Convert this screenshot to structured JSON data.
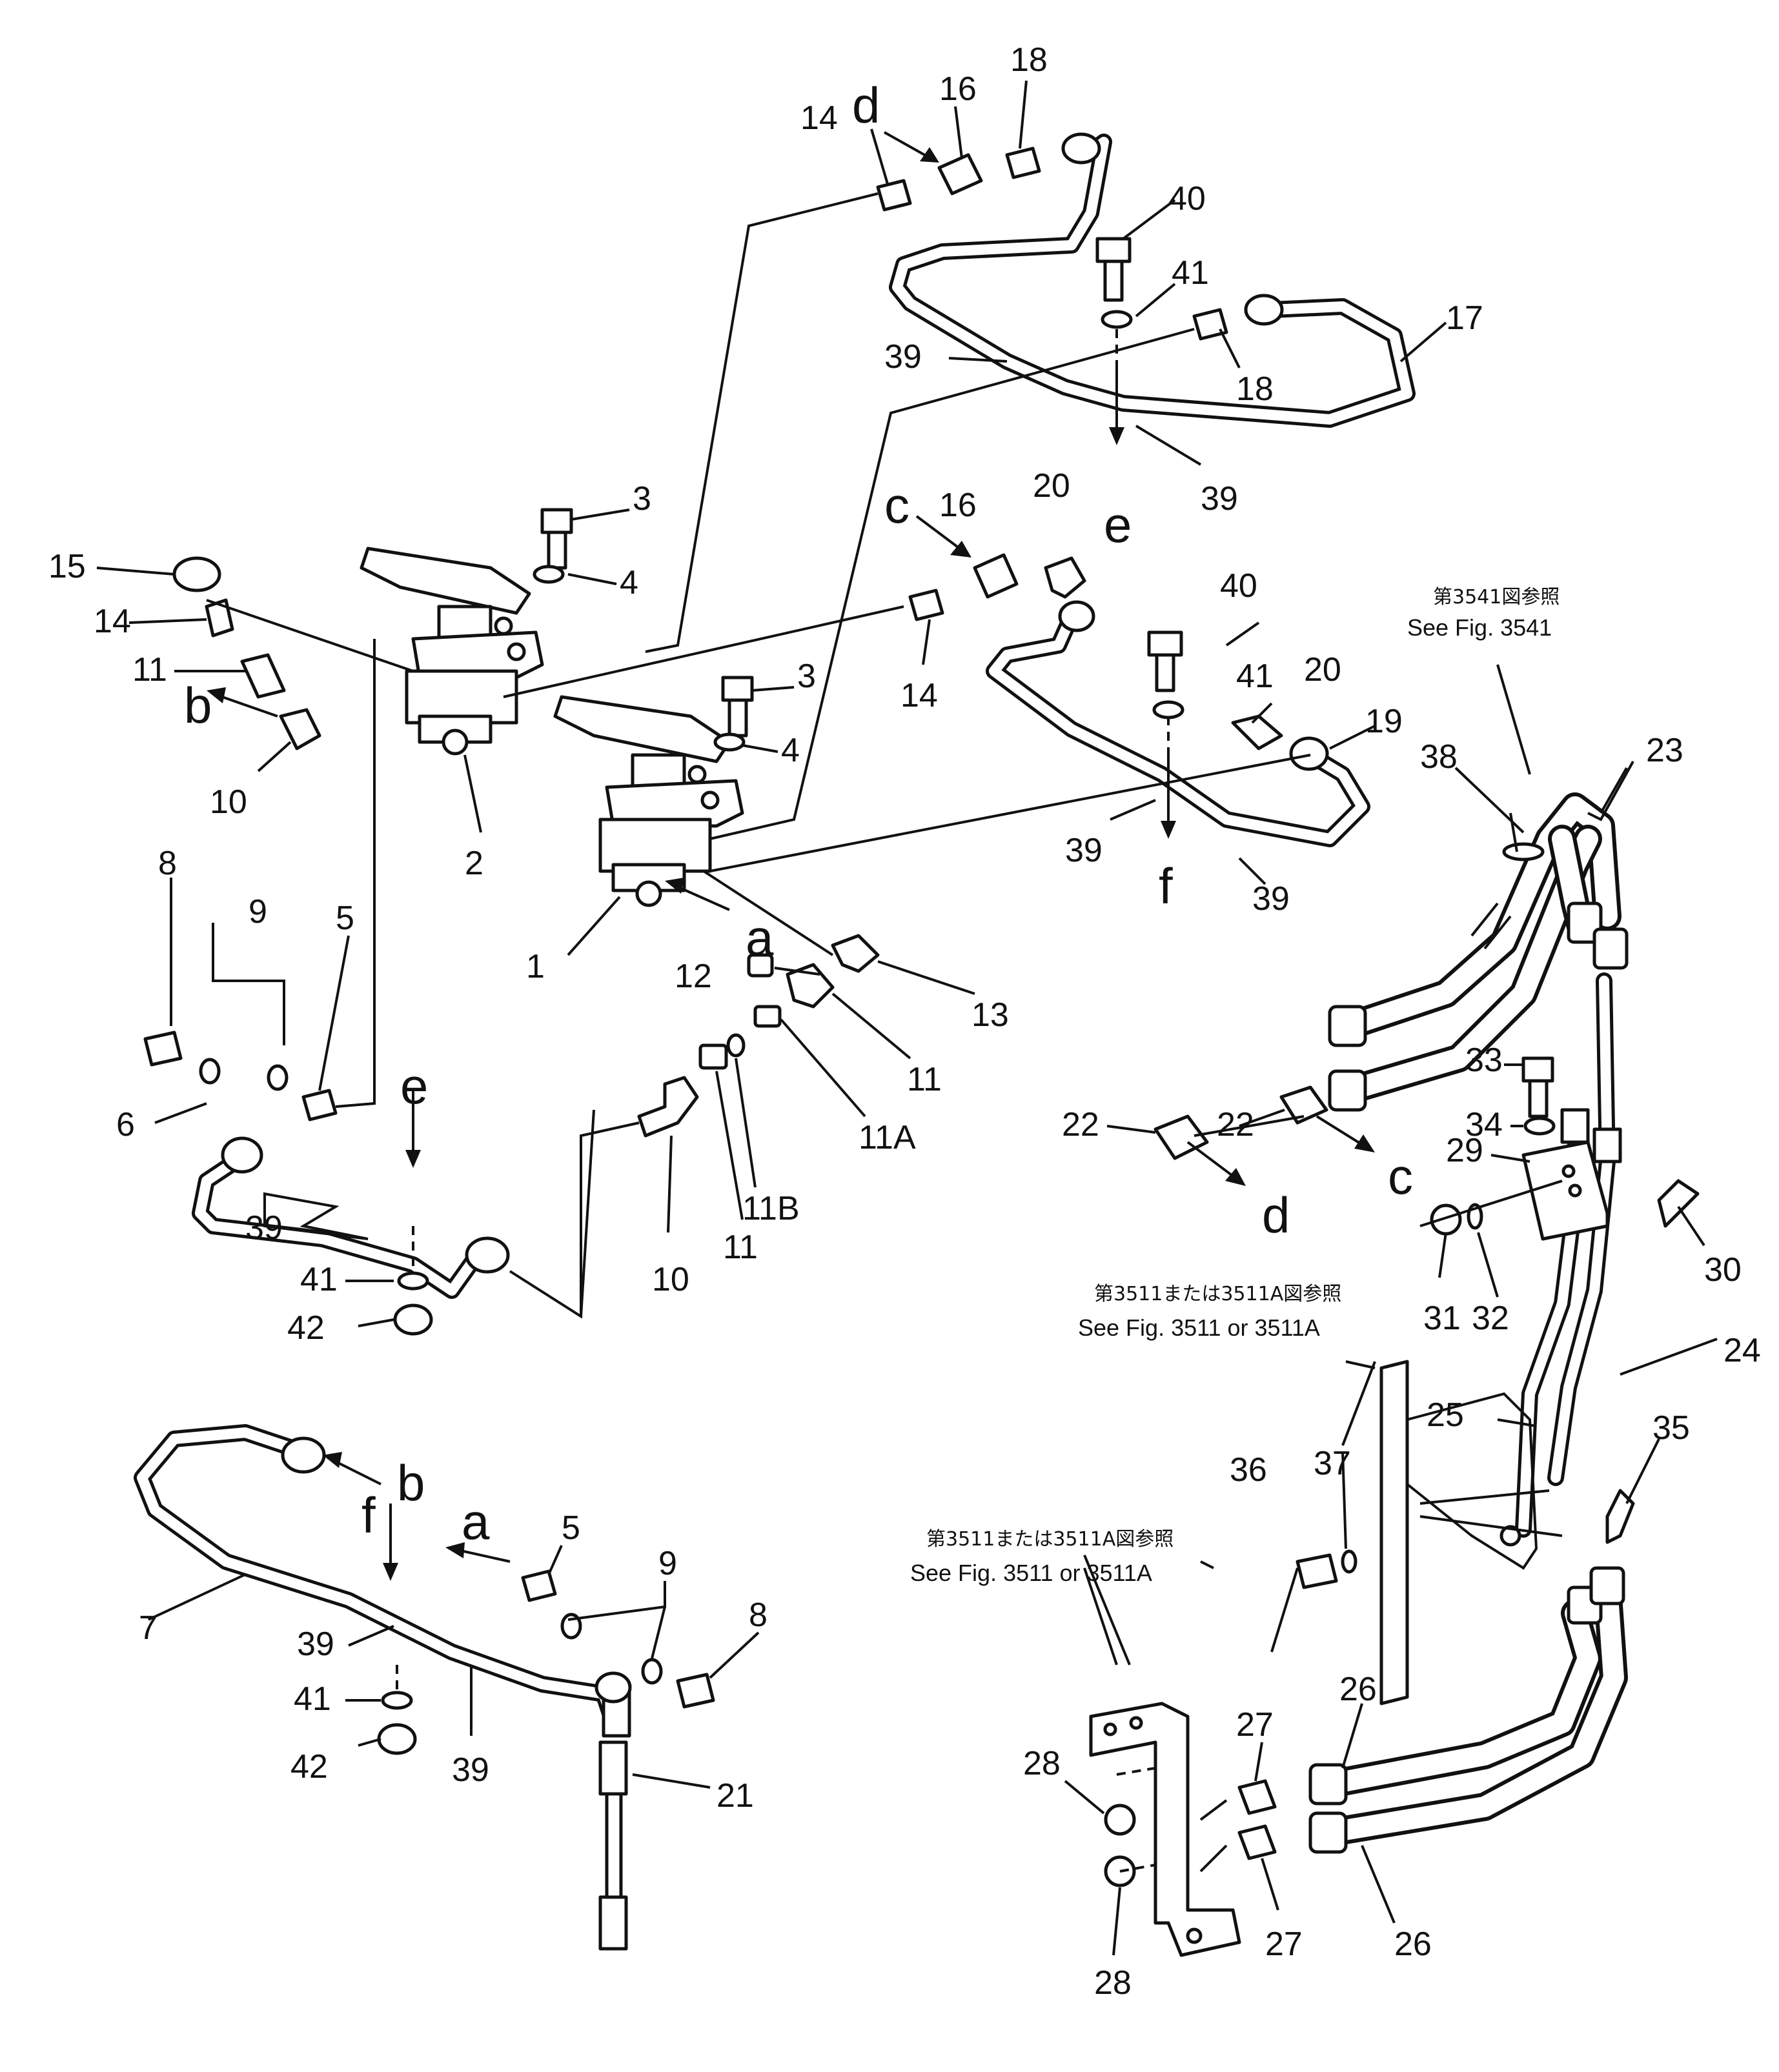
{
  "references": {
    "fig3541_jp": "第3541図参照",
    "fig3541_en": "See Fig. 3541",
    "fig3511_jp_a": "第3511または3511A図参照",
    "fig3511_en_a": "See Fig. 3511 or 3511A",
    "fig3511_jp_b": "第3511または3511A図参照",
    "fig3511_en_b": "See Fig. 3511 or 3511A"
  },
  "callouts": {
    "c1": "1",
    "c2": "2",
    "c3a": "3",
    "c3b": "3",
    "c4a": "4",
    "c4b": "4",
    "c5a": "5",
    "c5b": "5",
    "c6": "6",
    "c7": "7",
    "c8a": "8",
    "c8b": "8",
    "c9a": "9",
    "c9b": "9",
    "c10a": "10",
    "c10b": "10",
    "c11a": "11",
    "c11b": "11",
    "c11c": "11",
    "c11A": "11A",
    "c11B": "11B",
    "c12": "12",
    "c13": "13",
    "c14a": "14",
    "c14b": "14",
    "c14c": "14",
    "c15": "15",
    "c16a": "16",
    "c16b": "16",
    "c17": "17",
    "c18a": "18",
    "c18b": "18",
    "c19": "19",
    "c20a": "20",
    "c20b": "20",
    "c21": "21",
    "c22a": "22",
    "c22b": "22",
    "c23": "23",
    "c24": "24",
    "c25": "25",
    "c26a": "26",
    "c26b": "26",
    "c27a": "27",
    "c27b": "27",
    "c28a": "28",
    "c28b": "28",
    "c29": "29",
    "c30": "30",
    "c31": "31",
    "c32": "32",
    "c33": "33",
    "c34": "34",
    "c35": "35",
    "c36": "36",
    "c37": "37",
    "c38": "38",
    "c39a": "39",
    "c39b": "39",
    "c39c": "39",
    "c39d": "39",
    "c39e": "39",
    "c39f": "39",
    "c39g": "39",
    "c40a": "40",
    "c40b": "40",
    "c41a": "41",
    "c41b": "41",
    "c41c": "41",
    "c41d": "41",
    "c42a": "42",
    "c42b": "42"
  },
  "connection_letters": {
    "a1": "a",
    "a2": "a",
    "b1": "b",
    "b2": "b",
    "c1": "c",
    "c2": "c",
    "d1": "d",
    "d2": "d",
    "e1": "e",
    "e2": "e",
    "f1": "f",
    "f2": "f"
  }
}
